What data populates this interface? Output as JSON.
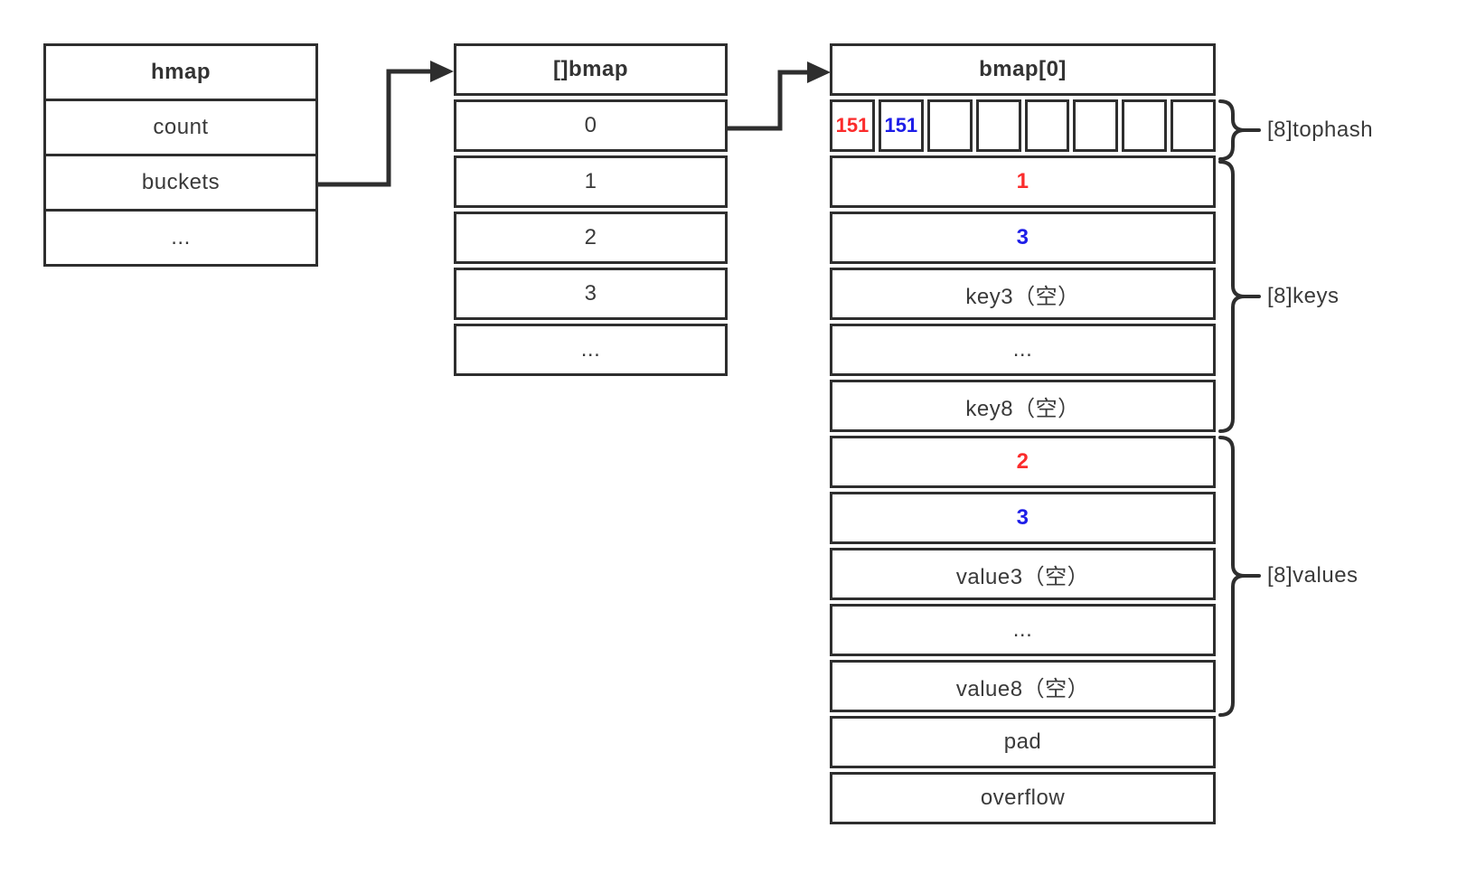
{
  "hmap": {
    "title": "hmap",
    "rows": [
      "count",
      "buckets",
      "..."
    ]
  },
  "bmap_array": {
    "title": "[]bmap",
    "rows": [
      "0",
      "1",
      "2",
      "3",
      "..."
    ]
  },
  "bucket": {
    "title": "bmap[0]",
    "tophash": [
      "151",
      "151",
      "",
      "",
      "",
      "",
      "",
      ""
    ],
    "rows": [
      "1",
      "3",
      "key3（空）",
      "...",
      "key8（空）",
      "2",
      "3",
      "value3（空）",
      "...",
      "value8（空）",
      "pad",
      "overflow"
    ]
  },
  "annotations": {
    "tophash": "[8]tophash",
    "keys": "[8]keys",
    "values": "[8]values"
  },
  "colors": {
    "red": "#fb2c2c",
    "blue": "#1d1de8",
    "line": "#2e2e2e",
    "text": "#3a3a3a"
  }
}
